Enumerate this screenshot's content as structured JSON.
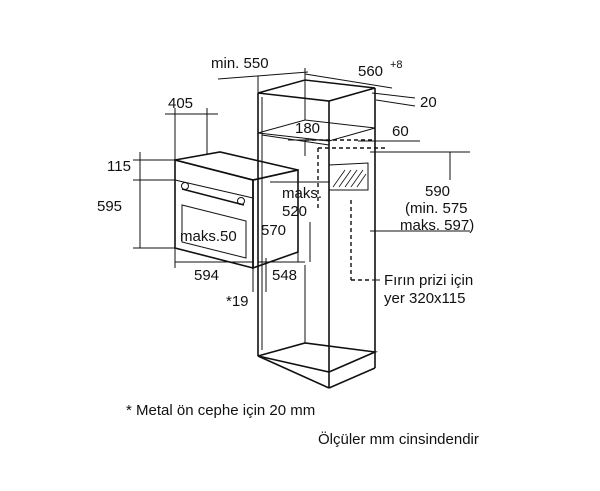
{
  "diagram": {
    "labels": {
      "min_550": "min. 550",
      "d560": "560",
      "d560_sup": "+8",
      "d20": "20",
      "d405": "405",
      "d180": "180",
      "d60": "60",
      "d115": "115",
      "maks": "maks.",
      "d520": "520",
      "d595": "595",
      "d590": "590",
      "min575": "(min. 575",
      "maks597": "maks. 597)",
      "maks50": "maks.50",
      "d570": "570",
      "d594": "594",
      "d548": "548",
      "star19": "*19",
      "socket_line1": "Fırın prizi için",
      "socket_line2": "yer 320x115"
    },
    "footnotes": {
      "metal": "* Metal ön cephe için 20 mm",
      "units": "Ölçüler mm cinsindendir"
    }
  }
}
